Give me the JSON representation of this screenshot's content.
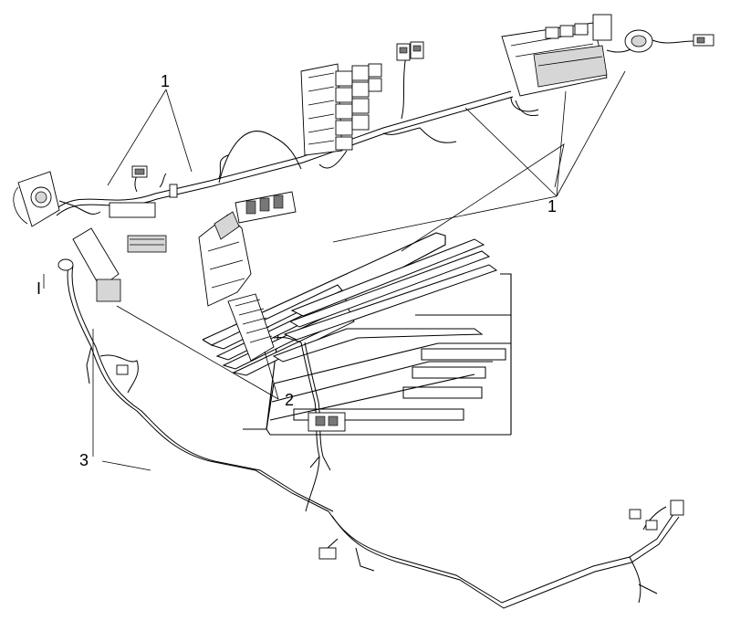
{
  "diagram": {
    "header_text": "",
    "callouts": [
      {
        "id": "1",
        "label": "1"
      },
      {
        "id": "1b",
        "label": "1"
      },
      {
        "id": "2",
        "label": "2"
      },
      {
        "id": "3",
        "label": "3"
      },
      {
        "id": "I",
        "label": "I"
      }
    ]
  }
}
